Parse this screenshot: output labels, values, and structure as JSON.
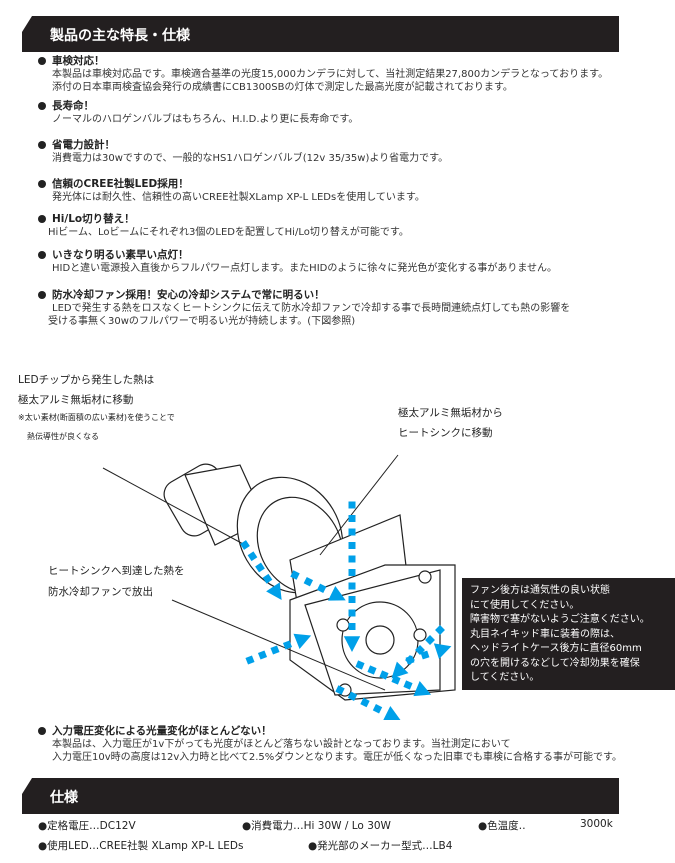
{
  "section1": {
    "title": "製品の主な特長・仕様"
  },
  "features": [
    {
      "title": "車検対応！",
      "lines": [
        "本製品は車検対応品です。車検適合基準の光度15,000カンデラに対して、当社測定結果27,800カンデラとなっております。",
        "添付の日本車両検査協会発行の成績書にCB1300SBの灯体で測定した最高光度が記載されております。"
      ]
    },
    {
      "title": "長寿命！",
      "lines": [
        "ノーマルのハロゲンバルブはもちろん、H.I.D.より更に長寿命です。"
      ]
    },
    {
      "title": "省電力設計！",
      "lines": [
        "消費電力は30wですので、一般的なHS1ハロゲンバルブ(12v 35/35w)より省電力です。"
      ]
    },
    {
      "title": "信頼のCREE社製LED採用！",
      "lines": [
        "発光体には耐久性、信頼性の高いCREE社製XLamp XP-L LEDsを使用しています。"
      ]
    },
    {
      "title": "Hi/Lo切り替え！",
      "lines": [
        "Hiビーム、Loビームにそれぞれ3個のLEDを配置してHi/Lo切り替えが可能です。"
      ]
    },
    {
      "title": "いきなり明るい素早い点灯！",
      "lines": [
        "HIDと違い電源投入直後からフルパワー点灯します。またHIDのように徐々に発光色が変化する事がありません。"
      ]
    },
    {
      "title": "防水冷却ファン採用！安心の冷却システムで常に明るい！",
      "lines": [
        "LEDで発生する熱をロスなくヒートシンクに伝えて防水冷却ファンで冷却する事で長時間連続点灯しても熱の影響を",
        "受ける事無く30wのフルパワーで明るい光が持続します。(下図参照)"
      ]
    },
    {
      "title": "入力電圧変化による光量変化がほとんどない！",
      "lines": [
        "本製品は、入力電圧が1v下がっても光度がほとんど落ちない設計となっております。当社測定において",
        "入力電圧10v時の高度は12v入力時と比べて2.5%ダウンとなります。電圧が低くなった旧車でも車検に合格する事が可能です。"
      ]
    }
  ],
  "diagram": {
    "label1": [
      "LEDチップから発生した熱は",
      "極太アルミ無垢材に移動"
    ],
    "label1_note": [
      "※太い素材(断面積の広い素材)を使うことで",
      "熱伝導性が良くなる"
    ],
    "label2": [
      "極太アルミ無垢材から",
      "ヒートシンクに移動"
    ],
    "label3": [
      "ヒートシンクへ到達した熱を",
      "防水冷却ファンで放出"
    ],
    "note": [
      "ファン後方は通気性の良い状態",
      "にて使用してください。",
      "障害物で塞がないようご注意ください。",
      "丸目ネイキッド車に装着の際は、",
      "ヘッドライトケース後方に直径60mm",
      "の穴を開けるなどして冷却効果を確保",
      "してください。"
    ],
    "arrow_color": "#00a0e9"
  },
  "section2": {
    "title": "仕様"
  },
  "specs": [
    "●定格電圧…DC12V",
    "●消費電力…Hi 30W / Lo 30W",
    "●色温度‥",
    "3000k",
    "●使用LED…CREE社製 XLamp XP-L LEDs",
    "●発光部のメーカー型式…LB4"
  ]
}
